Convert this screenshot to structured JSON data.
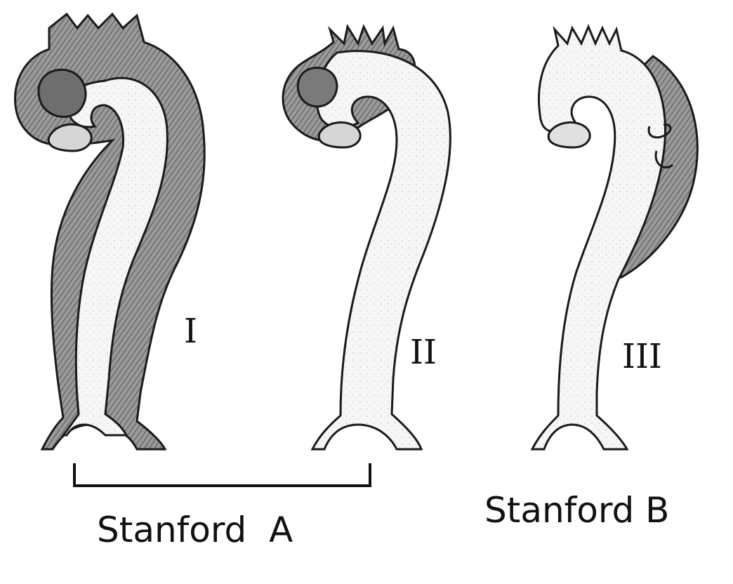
{
  "diagram": {
    "types": [
      {
        "numeral": "I",
        "group": "A"
      },
      {
        "numeral": "II",
        "group": "A"
      },
      {
        "numeral": "III",
        "group": "B"
      }
    ],
    "groups": {
      "stanford_a": "Stanford  A",
      "stanford_b": "Stanford B"
    }
  },
  "colors": {
    "line": "#1a1a1a",
    "lumen_fill": "#f4f4f4",
    "false_lumen_fill": "#8c8c8c",
    "background": "#ffffff"
  }
}
